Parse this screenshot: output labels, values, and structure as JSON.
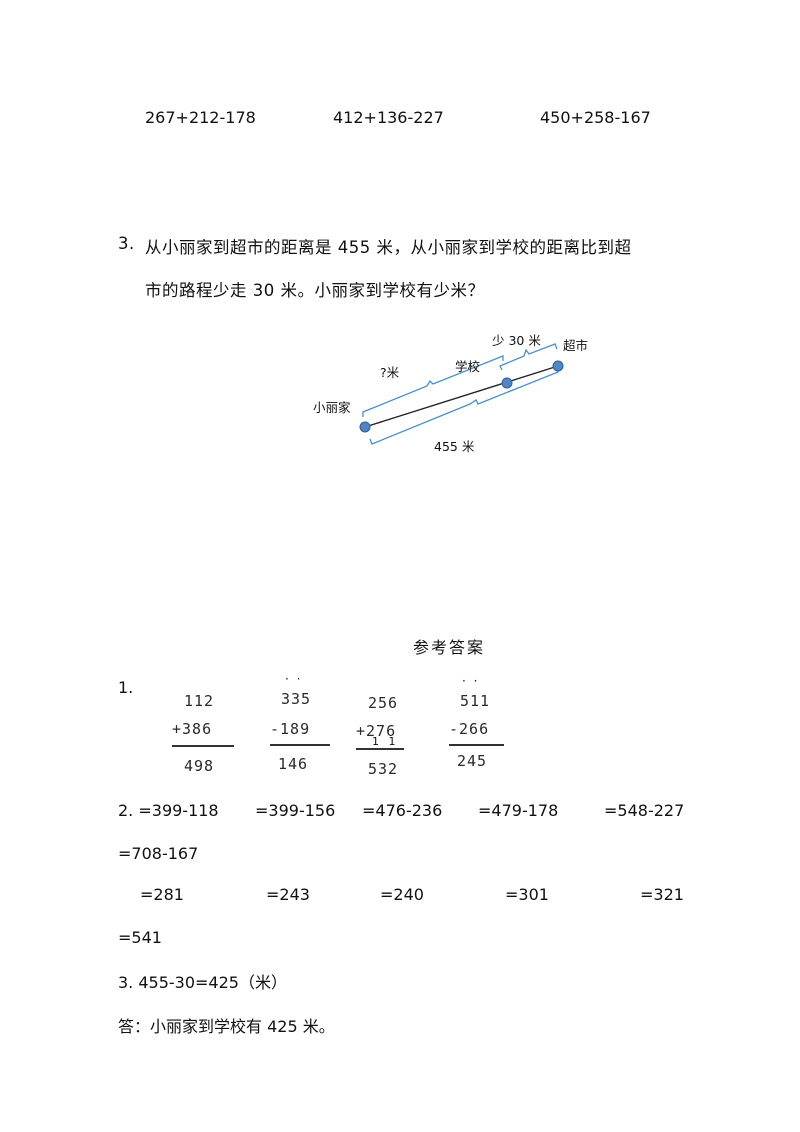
{
  "exercises_2": [
    "267+212-178",
    "412+136-227",
    "450+258-167"
  ],
  "question_3": {
    "number": "3.",
    "line1": "从小丽家到超市的距离是 455 米，从小丽家到学校的距离比到超",
    "line2": "市的路程少走 30 米。小丽家到学校有少米？"
  },
  "diagram": {
    "home": "小丽家",
    "school": "学校",
    "market": "超市",
    "unknown": "?米",
    "less": "少 30 米",
    "total": "455 米"
  },
  "answers": {
    "title": "参考答案",
    "q1_number": "1.",
    "vertical": [
      {
        "dots": "",
        "top": "112",
        "bottom": "+386",
        "carry": "",
        "result": "498"
      },
      {
        "dots": "· ·",
        "top": "335",
        "bottom": "-189",
        "carry": "",
        "result": "146"
      },
      {
        "dots": "",
        "top": "256",
        "bottom": "+276",
        "carry": "1 1",
        "result": "532"
      },
      {
        "dots": "· ·",
        "top": "511",
        "bottom": "-266",
        "carry": "",
        "result": "245"
      }
    ],
    "q2_row1": [
      "2. =399-118",
      "=399-156",
      "=476-236",
      "=479-178",
      "=548-227"
    ],
    "q2_row1b": "=708-167",
    "q2_row2": [
      "=281",
      "=243",
      "=240",
      "=301",
      "=321"
    ],
    "q2_row2b": "=541",
    "q3_calc": "3. 455-30=425（米）",
    "q3_answer": "答：小丽家到学校有 425 米。"
  }
}
